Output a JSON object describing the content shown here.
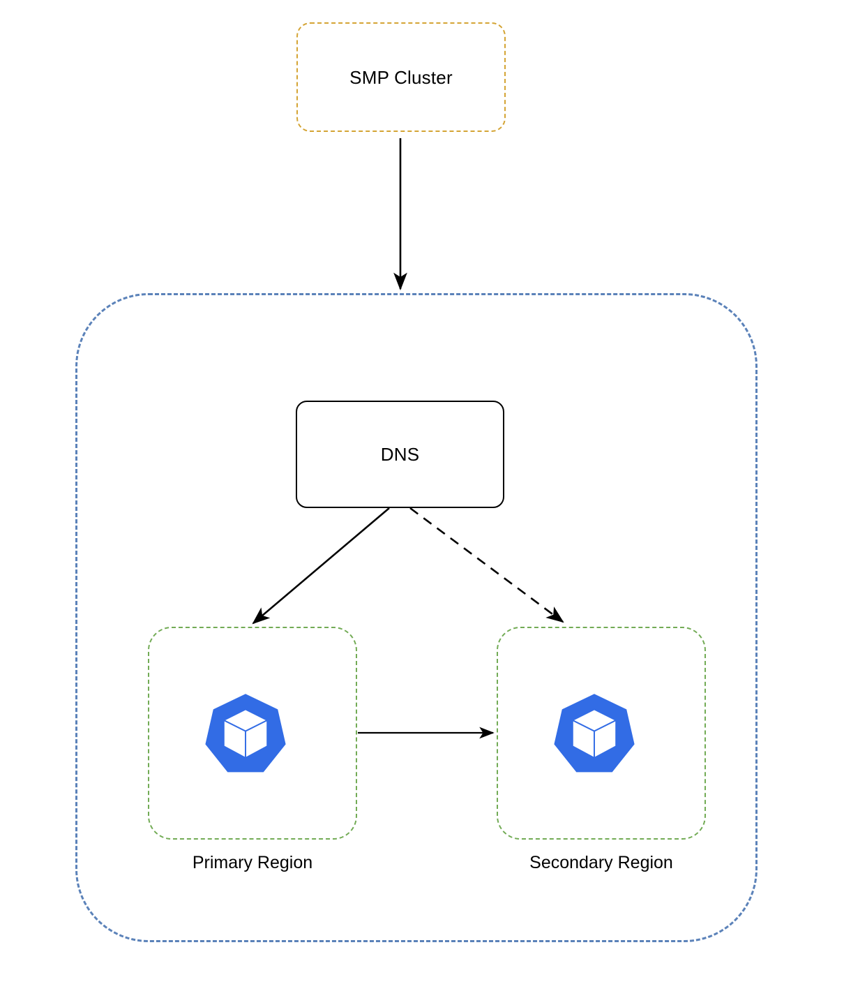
{
  "diagram": {
    "title": "SMP Cluster multi-region Kubernetes DNS failover diagram",
    "background": "#ffffff",
    "nodes": {
      "smp_cluster": {
        "label": "SMP Cluster",
        "shape": "rounded-rectangle",
        "border_style": "dashed",
        "border_color": "#d4a434",
        "fill": "#ffffff"
      },
      "platform_boundary": {
        "label": "",
        "shape": "rounded-rectangle",
        "border_style": "dashed",
        "border_color": "#5b82b9",
        "fill": "none"
      },
      "dns": {
        "label": "DNS",
        "shape": "rounded-rectangle",
        "border_style": "solid",
        "border_color": "#000000",
        "fill": "#ffffff"
      },
      "primary_region": {
        "label": "Primary Region",
        "shape": "rounded-rectangle",
        "border_style": "dashed",
        "border_color": "#72ab55",
        "fill": "none",
        "icon": "kubernetes-icon",
        "icon_color": "#326ce5"
      },
      "secondary_region": {
        "label": "Secondary Region",
        "shape": "rounded-rectangle",
        "border_style": "dashed",
        "border_color": "#72ab55",
        "fill": "none",
        "icon": "kubernetes-icon",
        "icon_color": "#326ce5"
      }
    },
    "edges": [
      {
        "id": "smp-to-platform",
        "from": "smp_cluster",
        "to": "platform_boundary",
        "label": "",
        "style": "solid",
        "color": "#000000",
        "arrowhead": "filled-triangle"
      },
      {
        "id": "dns-to-primary",
        "from": "dns",
        "to": "primary_region",
        "label": "",
        "style": "solid",
        "color": "#000000",
        "arrowhead": "filled-triangle"
      },
      {
        "id": "dns-to-secondary",
        "from": "dns",
        "to": "secondary_region",
        "label": "",
        "style": "dashed",
        "color": "#000000",
        "arrowhead": "filled-triangle"
      },
      {
        "id": "primary-to-secondary",
        "from": "primary_region",
        "to": "secondary_region",
        "label": "",
        "style": "solid",
        "color": "#000000",
        "arrowhead": "filled-triangle"
      }
    ]
  }
}
